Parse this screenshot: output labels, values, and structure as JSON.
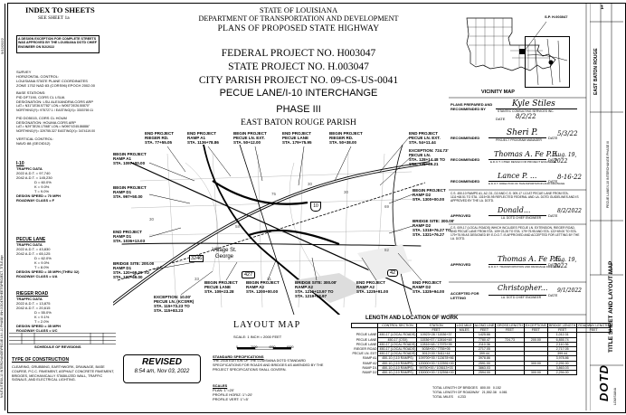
{
  "header": {
    "index_title": "INDEX TO SHEETS",
    "index_sub": "SEE SHEET 1a",
    "exception_note": "A DESIGN EXCEPTION FOR COMPLETE STREETS WAS APPROVED BY THE LOUISIANA DOTD CHIEF ENGINEER ON 5/2/2022",
    "state": "STATE OF LOUISIANA",
    "dept": "DEPARTMENT OF TRANSPORTATION AND DEVELOPMENT",
    "plans": "PLANS OF PROPOSED STATE HIGHWAY",
    "federal": "FEDERAL PROJECT NO. H003047",
    "state_project": "STATE PROJECT NO. H.003047",
    "city": "CITY PARISH PROJECT NO. 09-CS-US-0041",
    "name": "PECUE LANE/I-10 INTERCHANGE",
    "phase": "PHASE III",
    "parish": "EAST BATON ROUGE PARISH",
    "sp_label": "S.P. H.003047",
    "vicinity_title": "VICINITY MAP"
  },
  "survey_notes": [
    "SURVEY",
    "HORIZONTAL CONTROL:",
    "LOUISIANA STATE PLANE COORDINATES",
    "ZONE 1702 NAD 83 (CORS96) EPOCH 2002.00",
    "",
    "BASE STATIONS:",
    "PID DF7190, CORS CL LSUA",
    "DESIGNATION: LSU ALEXANDRIA CORS ARP",
    "LAT.= N31°18'36.57782\" LON.= W092°26'26.50870\"",
    "NORTHING(Y)= 975727.1 / EASTING(X)= 3303769.11",
    "",
    "PID DO5015, CORS CL HOUM",
    "DESIGNATION: HOUMA CORS ARP",
    "LAT.= N29°35'26.17068\" LON.= W090°43'45.86886\"",
    "NORTHING(Y)= 329755.327 EASTING(X)= 3474119.00",
    "",
    "VERTICAL CONTROL:",
    "NAVD 88 (GEOID12)"
  ],
  "traffic": [
    {
      "title": "I-10",
      "sub": "TRAFFIC DATA",
      "lines": [
        "2022 A.D.T. = 97,740",
        "2042 A.D.T. = 145,230",
        "D = 60.0%",
        "K = 9.0%",
        "T = 9.0%",
        "DESIGN SPEED = 70 MPH",
        "ROADWAY CLASS = F"
      ]
    },
    {
      "title": "PECUE LANE",
      "sub": "TRAFFIC DATA",
      "lines": [
        "2022 A.D.T. = 43,830",
        "2042 A.D.T. = 65,125",
        "D = 62.0%",
        "K = 9.0%",
        "T = 8.0%",
        "DESIGN SPEED = 35 MPH (THRU 32)",
        "ROADWAY CLASS = UA"
      ]
    },
    {
      "title": "RIEGER ROAD",
      "sub": "TRAFFIC DATA",
      "lines": [
        "2022 A.D.T. = 13,875",
        "2042 A.D.T. = 20,615",
        "D = 55.0%",
        "K = 9.1%",
        "T = 2.0%",
        "DESIGN SPEED = 35 MPH",
        "ROADWAY CLASS = UC"
      ]
    }
  ],
  "revisions_title": "SCHEDULE OF REVISIONS",
  "construction": {
    "title": "TYPE OF CONSTRUCTION",
    "text": "CLEARING, GRUBBING, EARTHWORK, DRAINAGE, BASE COURSE, P.C.C. PAVEMENT, ASPHALT CONCRETE PAVEMENT, BRIDGES, MECHANICALLY STABILIZED WALL, TRAFFIC SIGNALS, AND ELECTRICAL LIGHTING."
  },
  "revised": {
    "label": "REVISED",
    "stamp": "8:54 am, Nov 03, 2022"
  },
  "map_labels": {
    "begin_ramp_a1": [
      "BEGIN PROJECT",
      "RAMP A1",
      "STA. 1097+00.00"
    ],
    "begin_ramp_d1": [
      "BEGIN PROJECT",
      "RAMP D1",
      "STA. 997+50.00"
    ],
    "end_ramp_d1": [
      "END PROJECT",
      "RAMP D1",
      "STA. 1036+13.03"
    ],
    "bridge_ramp_d1": [
      "BRIDGE SITE: 200.00",
      "RAMP D1",
      "STA. 120+69.00 TO",
      "STA. 122+69.00"
    ],
    "exception_10": [
      "EXCEPTION: 10.00'",
      "PECUE LN. (KCSRR)",
      "STA. 115+73.23 TO",
      "STA. 115+83.23"
    ],
    "end_rieger": [
      "END PROJECT",
      "RIEGER RD.",
      "STA. 77+55.05"
    ],
    "end_ramp_a1": [
      "END PROJECT",
      "RAMP A1",
      "STA. 1136+78.86"
    ],
    "begin_pecue_ext": [
      "BEGIN PROJECT",
      "PECUE LN. EXT.",
      "STA. 50+12.00"
    ],
    "end_pecue": [
      "END PROJECT",
      "PECUE LANE",
      "STA. 179+75.95"
    ],
    "begin_rieger": [
      "BEGIN PROJECT",
      "RIEGER RD.",
      "STA. 50+38.00"
    ],
    "end_pecue_ext": [
      "END PROJECT",
      "PECUE LN. EXT.",
      "STA. 54+11.44"
    ],
    "exception_724": [
      "EXCEPTION: 724.73'",
      "PECUE LN.",
      "STA. 128+14.48 TO",
      "STA. 135+39.21"
    ],
    "begin_ramp_d2": [
      "BEGIN PROJECT",
      "RAMP D2",
      "STA. 1300+00.00"
    ],
    "bridge_ramp_d2": [
      "BRIDGE SITE: 300.00'",
      "RAMP D2",
      "STA. 1318+76.27 TO",
      "STA. 1321+76.27"
    ],
    "end_ramp_d2": [
      "END PROJECT",
      "RAMP D2",
      "STA. 1325+94.00"
    ],
    "end_ramp_a2": [
      "END PROJECT",
      "RAMP A2",
      "STA. 1225+91.00"
    ],
    "bridge_ramp_a2": [
      "BRIDGE SITE: 300.00'",
      "RAMP A2",
      "STA. 1216+13.97 TO",
      "STA. 1219+13.97"
    ],
    "begin_pecue": [
      "BEGIN PROJECT",
      "PECUE LANE",
      "STA. 109+23.28"
    ],
    "begin_ramp_a2": [
      "BEGIN PROJECT",
      "RAMP A2",
      "STA. 1200+00.00"
    ],
    "town": "Village St. George",
    "shield_3246": "3246",
    "shield_427": "427",
    "shield_42": "42",
    "interstate_10": "10"
  },
  "layout_map": {
    "title": "LAYOUT MAP",
    "scale": "SCALE: 1 INCH = 2000 FEET",
    "scale_ticks": [
      "0",
      "2000",
      "4000",
      "6000"
    ],
    "specs_title": "STANDARD SPECIFICATIONS",
    "specs_text": "THE 2016 EDITION OF THE LOUISIANA DOTD STANDARD SPECIFICATIONS FOR ROADS AND BRIDGES AS AMENDED BY THE PROJECT SPECIFICATIONS SHALL GOVERN.",
    "scales_title": "SCALES",
    "scales": [
      "PLAN: 1\"=20'",
      "PROFILE HORIZ: 1\"=20'",
      "PROFILE VERT: 1\"=5'"
    ]
  },
  "work_table": {
    "title": "LENGTH AND LOCATION OF WORK",
    "headers": [
      "CONTROL SECTION",
      "STATION",
      "LOG MILE",
      "ALONG LINE",
      "GROSS LENGTH",
      "EXCEPTIONS",
      "BRIDGE LENGTH",
      "ROADWAY LENGTH"
    ],
    "sub_headers": [
      "",
      "FEET",
      "MILES",
      "FEET",
      "FEET",
      "FEET",
      "FEET",
      "FEET"
    ],
    "rows": [
      [
        "PECUE LANE",
        "450-17 (LOCAL ROADS)",
        "10923+28 / 11536+37",
        "",
        "1425.66",
        "",
        "",
        "1,012.31"
      ],
      [
        "PECUE LANE",
        "450-17 (CSX)",
        "11536+37 / 12816+48",
        "",
        "7780.47",
        "724.73",
        "200.00",
        "6,855.74"
      ],
      [
        "PECUE LANE",
        "450-17 (LOCAL ROADS)",
        "12816+48 / 17975+95",
        "",
        "2110.36",
        "",
        "",
        "2,110.36"
      ],
      [
        "RIEGER ROAD",
        "450-17 (LOCAL ROADS)",
        "5038+00 / 7755+05",
        "",
        "2717.05",
        "",
        "",
        "2,717.05"
      ],
      [
        "PECUE LN. EXT",
        "450-17 (LOCAL ROADS)",
        "5012+00 / 5411+44",
        "",
        "399.44",
        "",
        "",
        "399.44"
      ],
      [
        "RAMP A1",
        "450-10 (I-10 RAMPS)",
        "109700+00 / 113678+86",
        "",
        "3978.86",
        "",
        "",
        "3,978.86"
      ],
      [
        "RAMP A2",
        "450-10 (I-10 RAMPS)",
        "120000+00 / 122591+00",
        "",
        "2591.00",
        "",
        "300.00",
        "2,291.00"
      ],
      [
        "RAMP D1",
        "450-10 (I-10 RAMPS)",
        "99750+00 / 103613+03",
        "",
        "3863.03",
        "",
        "",
        "3,863.03"
      ],
      [
        "RAMP D2",
        "450-10 (I-10 RAMPS)",
        "130000+00 / 132594+00",
        "",
        "2594.00",
        "",
        "300.00",
        "2,294.00"
      ]
    ],
    "totals": [
      [
        "TOTAL LENGTH OF BRIDGES",
        "800.00",
        "0.152"
      ],
      [
        "TOTAL LENGTH OF ROADWAY",
        "21,552.38",
        "4.081"
      ],
      [
        "TOTAL MILES",
        "",
        "4.233"
      ]
    ]
  },
  "approvals": [
    {
      "label": "PLANS PREPARED AND RECOMMENDED BY",
      "sig": "Kyle Stiles",
      "firm": "STANTEC CONSULTING SERVICES INC.",
      "date_label": "DATE",
      "date": "8/2/22"
    },
    {
      "label": "RECOMMENDED",
      "sig": "Sheri P.",
      "title": "PROJECT PROGRAM MANAGER",
      "date_label": "DATE",
      "date": "5/3/22"
    },
    {
      "label": "RECOMMENDED",
      "sig": "Thomas A. Fe P.E.",
      "title": "E.D.O.T. CHIEF DESIGN OR PROJECT ENGINEER",
      "date_label": "DATE",
      "date": "Aug. 19, 2022"
    },
    {
      "label": "RECOMMENDED",
      "sig": "Lance P. ...",
      "title": "E.D.O.T. DIRECTOR OF TRANSPORTATION AND DRAINAGE",
      "date_label": "DATE",
      "date": "8-16-22"
    },
    {
      "label": "APPROVED",
      "note": "C.S. 450-10 RAMPS A1, A2, D1, D2 AND C.S. 009-17 I-10 AT PECUE LANE FROM STA. 1111+68.51 TO STA. 1315+30.95 REFLECTED FEDERAL AND LA. DOTD GUIDELINES AND IS APPROVED BY THE LA. DOTD.",
      "sig": "Donald...",
      "title": "LA. DOTD CHIEF ENGINEER",
      "date_label": "DATE",
      "date": "8/2/2022"
    },
    {
      "label": "APPROVED",
      "note": "C.S. 009-17 (LOCAL ROADS) WHICH INCLUDES PECUE LN. EXTENSION, RIEGER ROAD, AND PECUE LANE FROM STA. 109+23.28 TO STA. 179+75.95 AND STA. 122+69.00 TO STA. 179+75.95 AS DESIGNED BY E.D.O.T. IS APPROVED AND ACCEPTED FOR LETTING BY THE LA. DOTD.",
      "sig": "Thomas A. Fe P.E.",
      "title": "E.D.O.T. TRANSPORTATION AND DRAINAGE DIRECTOR",
      "date_label": "DATE",
      "date": "Aug. 19, 2022"
    },
    {
      "label": "ACCEPTED FOR LETTING",
      "sig": "Christopher...",
      "title": "LA. DOTD CHIEF ENGINEER",
      "date_label": "DATE",
      "date": "9/1/2022"
    }
  ],
  "title_block": {
    "parish": "EAST BATON ROUGE",
    "sheet_title": "TITLE SHEET AND LAYOUT MAP",
    "sheet_no": "1",
    "project": "PECUE LANE/I-10 INTERCHANGE PHASE III",
    "logo": "DOTD",
    "logo_sub": "LOUISIANA"
  },
  "margin_text": {
    "left_top": "5/12/2022",
    "left_path": "N:\\UTILITIES\\I-10 INTERCHANGE\\PECUE LN I-10 PHASE III\\H.003047\\SHEETS\\PROJECT_TITLE.dgn"
  }
}
